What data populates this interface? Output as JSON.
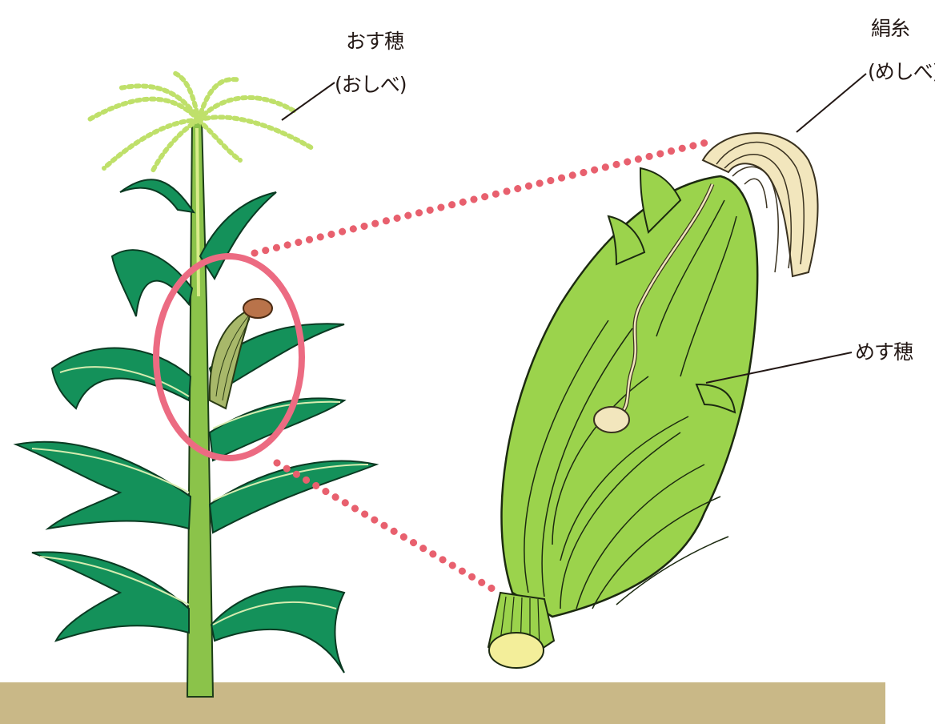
{
  "labels": {
    "male_flower": {
      "name": "おす穂",
      "note": "(おしべ)"
    },
    "silk": {
      "name": "絹糸",
      "note": "(めしべ)"
    },
    "female_flower": {
      "name": "めす穂"
    }
  },
  "colors": {
    "leaf": "#14915a",
    "leaf_dark": "#0d6b40",
    "leaf_vein": "#d6ecb0",
    "stalk": "#8bc34a",
    "tassel": "#bfe06a",
    "husk": "#9bd34c",
    "husk_line": "#1c2a10",
    "silk": "#f2e6bd",
    "highlight_circle": "#ec6b82",
    "connector": "#e8606e",
    "ground": "#c9b887",
    "text": "#231815"
  }
}
